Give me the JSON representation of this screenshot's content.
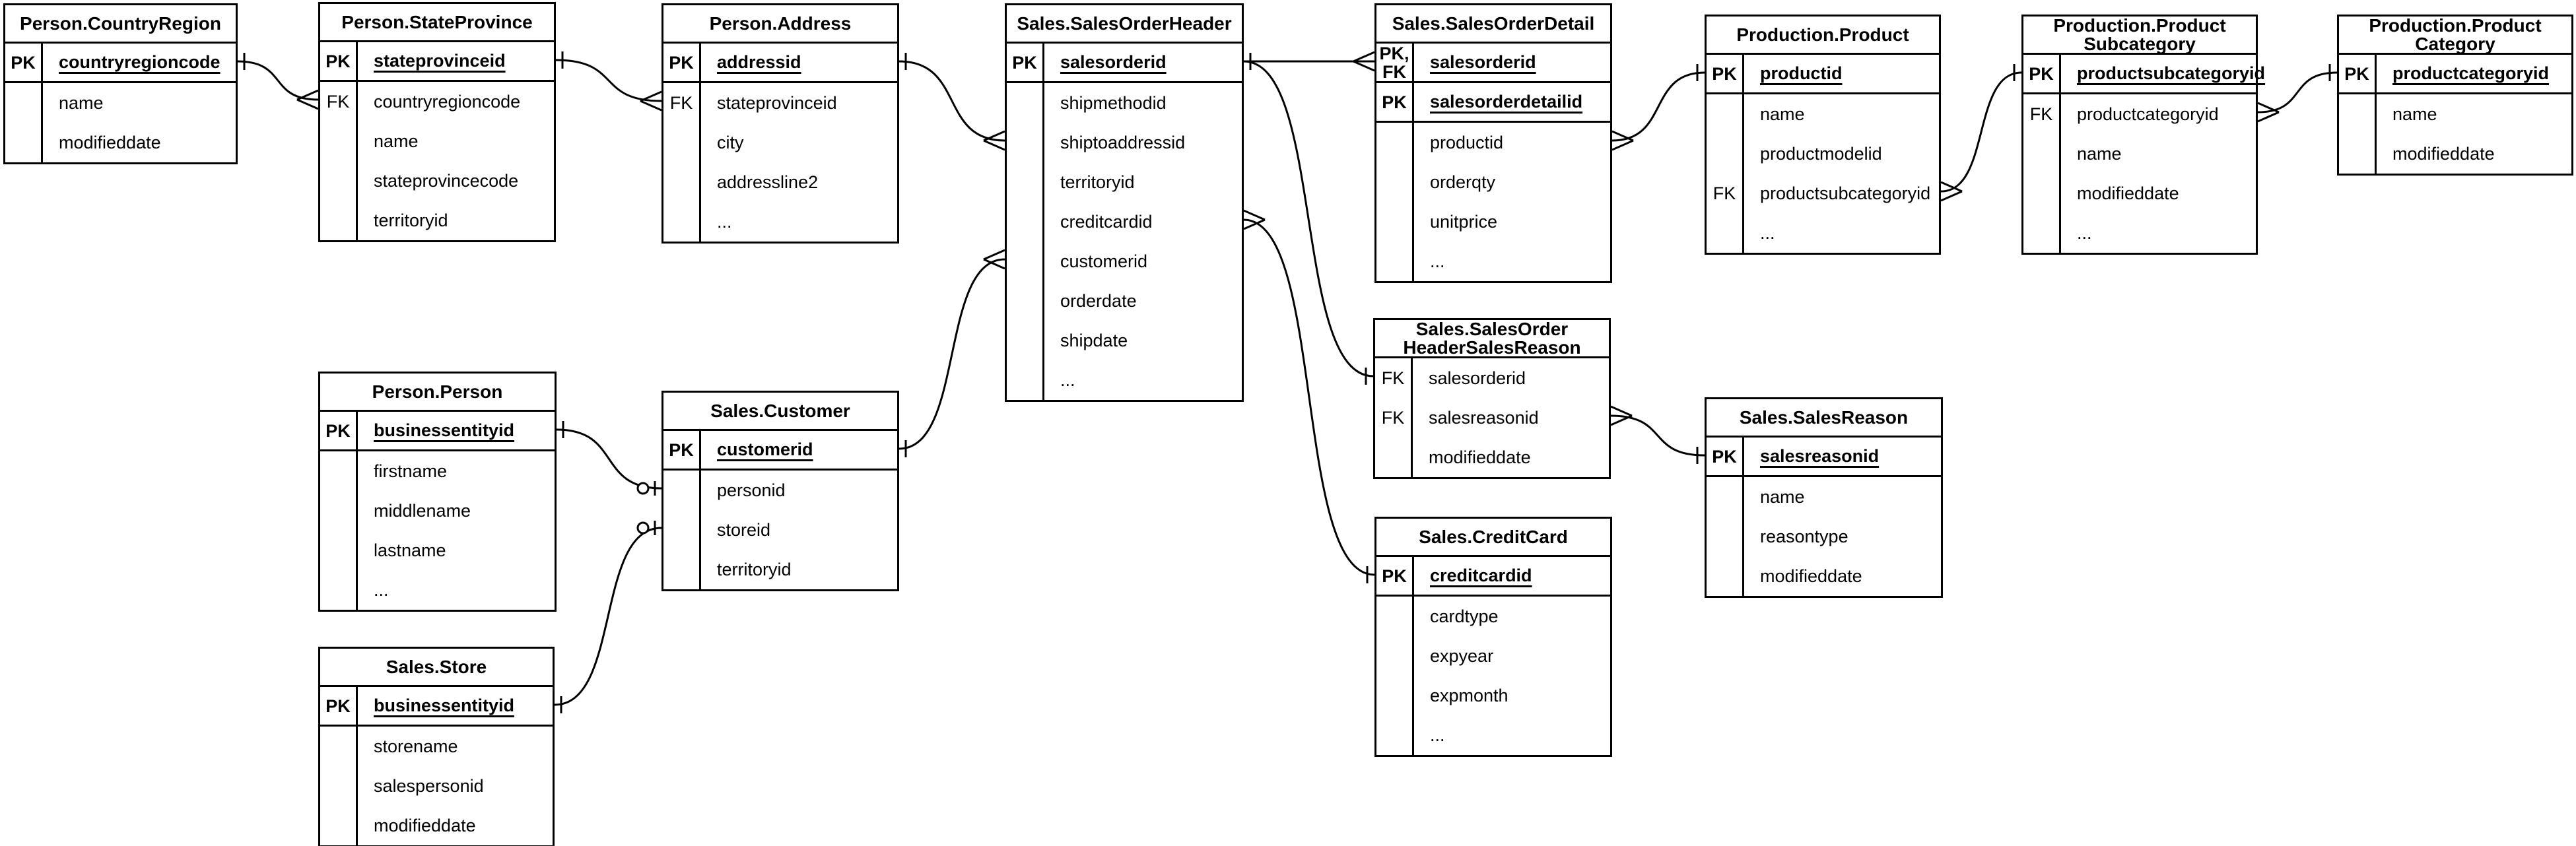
{
  "diagram": {
    "type": "entity-relationship-diagram",
    "notation": "crows-foot",
    "colors": {
      "background": "#ffffff",
      "line": "#000000",
      "text": "#000000"
    },
    "entities": [
      {
        "id": "country_region",
        "title": "Person.CountryRegion",
        "rows": [
          {
            "key": "PK",
            "name": "countryregioncode",
            "is_key": true
          },
          {
            "key": "",
            "name": "name",
            "is_key": false
          },
          {
            "key": "",
            "name": "modifieddate",
            "is_key": false
          }
        ]
      },
      {
        "id": "state_province",
        "title": "Person.StateProvince",
        "rows": [
          {
            "key": "PK",
            "name": "stateprovinceid",
            "is_key": true
          },
          {
            "key": "FK",
            "name": "countryregioncode",
            "is_key": false
          },
          {
            "key": "",
            "name": "name",
            "is_key": false
          },
          {
            "key": "",
            "name": "stateprovincecode",
            "is_key": false
          },
          {
            "key": "",
            "name": "territoryid",
            "is_key": false
          }
        ]
      },
      {
        "id": "address",
        "title": "Person.Address",
        "rows": [
          {
            "key": "PK",
            "name": "addressid",
            "is_key": true
          },
          {
            "key": "FK",
            "name": "stateprovinceid",
            "is_key": false
          },
          {
            "key": "",
            "name": "city",
            "is_key": false
          },
          {
            "key": "",
            "name": "addressline2",
            "is_key": false
          },
          {
            "key": "",
            "name": "...",
            "is_key": false
          }
        ]
      },
      {
        "id": "sales_order_header",
        "title": "Sales.SalesOrderHeader",
        "rows": [
          {
            "key": "PK",
            "name": "salesorderid",
            "is_key": true
          },
          {
            "key": "",
            "name": "shipmethodid",
            "is_key": false
          },
          {
            "key": "",
            "name": "shiptoaddressid",
            "is_key": false
          },
          {
            "key": "",
            "name": "territoryid",
            "is_key": false
          },
          {
            "key": "",
            "name": "creditcardid",
            "is_key": false
          },
          {
            "key": "",
            "name": "customerid",
            "is_key": false
          },
          {
            "key": "",
            "name": "orderdate",
            "is_key": false
          },
          {
            "key": "",
            "name": "shipdate",
            "is_key": false
          },
          {
            "key": "",
            "name": "...",
            "is_key": false
          }
        ]
      },
      {
        "id": "sales_order_detail",
        "title": "Sales.SalesOrderDetail",
        "rows": [
          {
            "key": "PK,\nFK",
            "name": "salesorderid",
            "is_key": true
          },
          {
            "key": "PK",
            "name": "salesorderdetailid",
            "is_key": true
          },
          {
            "key": "",
            "name": "productid",
            "is_key": false
          },
          {
            "key": "",
            "name": "orderqty",
            "is_key": false
          },
          {
            "key": "",
            "name": "unitprice",
            "is_key": false
          },
          {
            "key": "",
            "name": "...",
            "is_key": false
          }
        ]
      },
      {
        "id": "product",
        "title": "Production.Product",
        "rows": [
          {
            "key": "PK",
            "name": "productid",
            "is_key": true
          },
          {
            "key": "",
            "name": "name",
            "is_key": false
          },
          {
            "key": "",
            "name": "productmodelid",
            "is_key": false
          },
          {
            "key": "FK",
            "name": "productsubcategoryid",
            "is_key": false
          },
          {
            "key": "",
            "name": "...",
            "is_key": false
          }
        ]
      },
      {
        "id": "product_subcategory",
        "title": "Production.Product\nSubcategory",
        "rows": [
          {
            "key": "PK",
            "name": "productsubcategoryid",
            "is_key": true
          },
          {
            "key": "FK",
            "name": "productcategoryid",
            "is_key": false
          },
          {
            "key": "",
            "name": "name",
            "is_key": false
          },
          {
            "key": "",
            "name": "modifieddate",
            "is_key": false
          },
          {
            "key": "",
            "name": "...",
            "is_key": false
          }
        ]
      },
      {
        "id": "product_category",
        "title": "Production.Product\nCategory",
        "rows": [
          {
            "key": "PK",
            "name": "productcategoryid",
            "is_key": true
          },
          {
            "key": "",
            "name": "name",
            "is_key": false
          },
          {
            "key": "",
            "name": "modifieddate",
            "is_key": false
          }
        ]
      },
      {
        "id": "person",
        "title": "Person.Person",
        "rows": [
          {
            "key": "PK",
            "name": "businessentityid",
            "is_key": true
          },
          {
            "key": "",
            "name": "firstname",
            "is_key": false
          },
          {
            "key": "",
            "name": "middlename",
            "is_key": false
          },
          {
            "key": "",
            "name": "lastname",
            "is_key": false
          },
          {
            "key": "",
            "name": "...",
            "is_key": false
          }
        ]
      },
      {
        "id": "customer",
        "title": "Sales.Customer",
        "rows": [
          {
            "key": "PK",
            "name": "customerid",
            "is_key": true
          },
          {
            "key": "",
            "name": "personid",
            "is_key": false
          },
          {
            "key": "",
            "name": "storeid",
            "is_key": false
          },
          {
            "key": "",
            "name": "territoryid",
            "is_key": false
          }
        ]
      },
      {
        "id": "store",
        "title": "Sales.Store",
        "rows": [
          {
            "key": "PK",
            "name": "businessentityid",
            "is_key": true
          },
          {
            "key": "",
            "name": "storename",
            "is_key": false
          },
          {
            "key": "",
            "name": "salespersonid",
            "is_key": false
          },
          {
            "key": "",
            "name": "modifieddate",
            "is_key": false
          }
        ]
      },
      {
        "id": "soh_sales_reason",
        "title": "Sales.SalesOrder\nHeaderSalesReason",
        "rows": [
          {
            "key": "FK",
            "name": "salesorderid",
            "is_key": false
          },
          {
            "key": "FK",
            "name": "salesreasonid",
            "is_key": false
          },
          {
            "key": "",
            "name": "modifieddate",
            "is_key": false
          }
        ]
      },
      {
        "id": "sales_reason",
        "title": "Sales.SalesReason",
        "rows": [
          {
            "key": "PK",
            "name": "salesreasonid",
            "is_key": true
          },
          {
            "key": "",
            "name": "name",
            "is_key": false
          },
          {
            "key": "",
            "name": "reasontype",
            "is_key": false
          },
          {
            "key": "",
            "name": "modifieddate",
            "is_key": false
          }
        ]
      },
      {
        "id": "credit_card",
        "title": "Sales.CreditCard",
        "rows": [
          {
            "key": "PK",
            "name": "creditcardid",
            "is_key": true
          },
          {
            "key": "",
            "name": "cardtype",
            "is_key": false
          },
          {
            "key": "",
            "name": "expyear",
            "is_key": false
          },
          {
            "key": "",
            "name": "expmonth",
            "is_key": false
          },
          {
            "key": "",
            "name": "...",
            "is_key": false
          }
        ]
      }
    ],
    "relationships": [
      {
        "from": "country_region",
        "from_row": "countryregioncode",
        "from_marker": "one",
        "to": "state_province",
        "to_row": "countryregioncode",
        "to_marker": "many"
      },
      {
        "from": "state_province",
        "from_row": "stateprovinceid",
        "from_marker": "one",
        "to": "address",
        "to_row": "stateprovinceid",
        "to_marker": "many"
      },
      {
        "from": "address",
        "from_row": "addressid",
        "from_marker": "one",
        "to": "sales_order_header",
        "to_row": "shiptoaddressid",
        "to_marker": "many"
      },
      {
        "from": "sales_order_header",
        "from_row": "salesorderid",
        "from_marker": "one",
        "to": "sales_order_detail",
        "to_row": "salesorderid",
        "to_marker": "many"
      },
      {
        "from": "sales_order_header",
        "from_row": "salesorderid",
        "from_marker": "one",
        "to": "soh_sales_reason",
        "to_row": "salesorderid",
        "to_marker": "one"
      },
      {
        "from": "sales_order_header",
        "from_row": "creditcardid",
        "from_marker": "many",
        "to": "credit_card",
        "to_row": "creditcardid",
        "to_marker": "one"
      },
      {
        "from": "customer",
        "from_row": "customerid",
        "from_marker": "one",
        "to": "sales_order_header",
        "to_row": "customerid",
        "to_marker": "many"
      },
      {
        "from": "person",
        "from_row": "businessentityid",
        "from_marker": "one",
        "to": "customer",
        "to_row": "personid",
        "to_marker": "zero-one"
      },
      {
        "from": "store",
        "from_row": "businessentityid",
        "from_marker": "one",
        "to": "customer",
        "to_row": "storeid",
        "to_marker": "zero-one"
      },
      {
        "from": "sales_order_detail",
        "from_row": "productid",
        "from_marker": "many",
        "to": "product",
        "to_row": "productid",
        "to_marker": "one"
      },
      {
        "from": "product",
        "from_row": "productsubcategoryid",
        "from_marker": "many",
        "to": "product_subcategory",
        "to_row": "productsubcategoryid",
        "to_marker": "one"
      },
      {
        "from": "product_subcategory",
        "from_row": "productcategoryid",
        "from_marker": "many",
        "to": "product_category",
        "to_row": "productcategoryid",
        "to_marker": "one"
      },
      {
        "from": "soh_sales_reason",
        "from_row": "salesreasonid",
        "from_marker": "many",
        "to": "sales_reason",
        "to_row": "salesreasonid",
        "to_marker": "one"
      }
    ]
  }
}
